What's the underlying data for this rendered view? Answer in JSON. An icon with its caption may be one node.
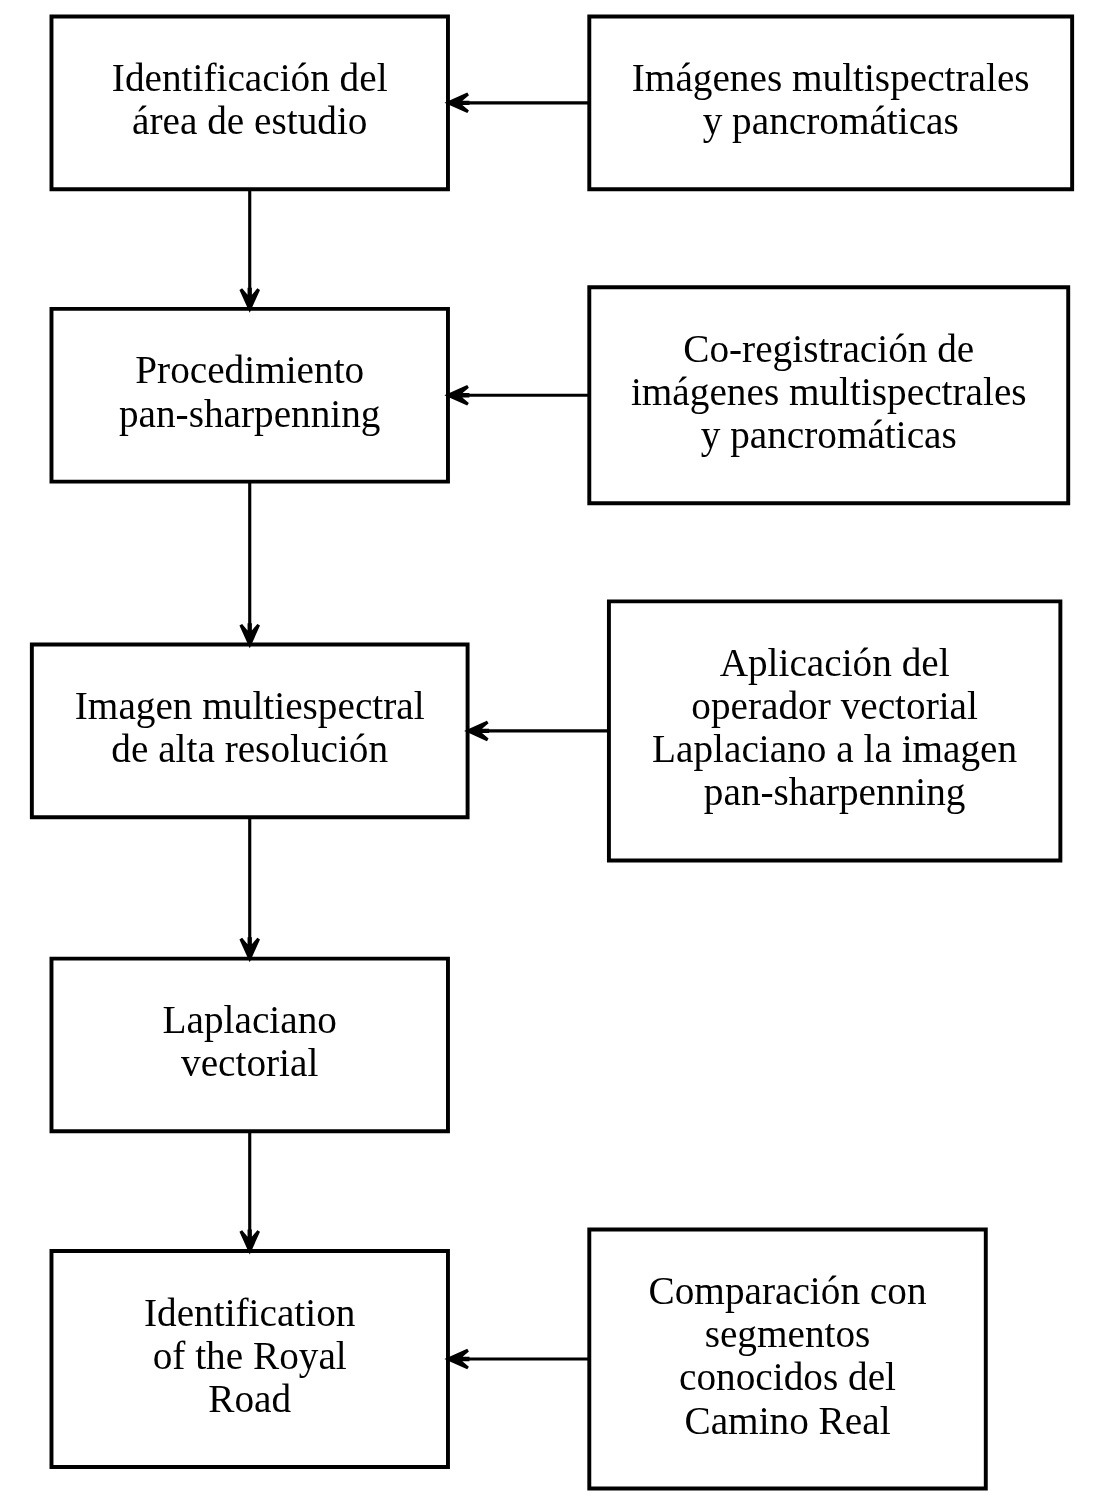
{
  "diagram": {
    "nodes": [
      {
        "text": [
          "Identificación del área de estudio"
        ]
      },
      {
        "text": [
          "Imágenes multispectrales y pancromáticas"
        ]
      },
      {
        "text": [
          "Procedimiento pan-sharpenning"
        ]
      },
      {
        "text": [
          "Co-registración de imágenes multispectrales y pancromáticas"
        ]
      },
      {
        "text": [
          "Imagen multiespectral de alta resolución"
        ]
      },
      {
        "text": [
          "Aplicación del operador vectorial Laplaciano a la imagen pan-sharpenning"
        ]
      },
      {
        "text": [
          "Laplaciano vectorial"
        ]
      },
      {
        "text": [
          "Identification of the Royal Road"
        ]
      },
      {
        "text": [
          "Comparación con segmentos conocidos del Camino Real"
        ]
      }
    ],
    "edges": [
      {
        "from": 1,
        "to": 0,
        "arrow": "to"
      },
      {
        "from": 0,
        "to": 2,
        "arrow": "to"
      },
      {
        "from": 3,
        "to": 2,
        "arrow": "to"
      },
      {
        "from": 2,
        "to": 4,
        "arrow": "to"
      },
      {
        "from": 5,
        "to": 4,
        "arrow": "to"
      },
      {
        "from": 4,
        "to": 6,
        "arrow": "to"
      },
      {
        "from": 6,
        "to": 7,
        "arrow": "to"
      },
      {
        "from": 8,
        "to": 7,
        "arrow": "to"
      }
    ]
  }
}
